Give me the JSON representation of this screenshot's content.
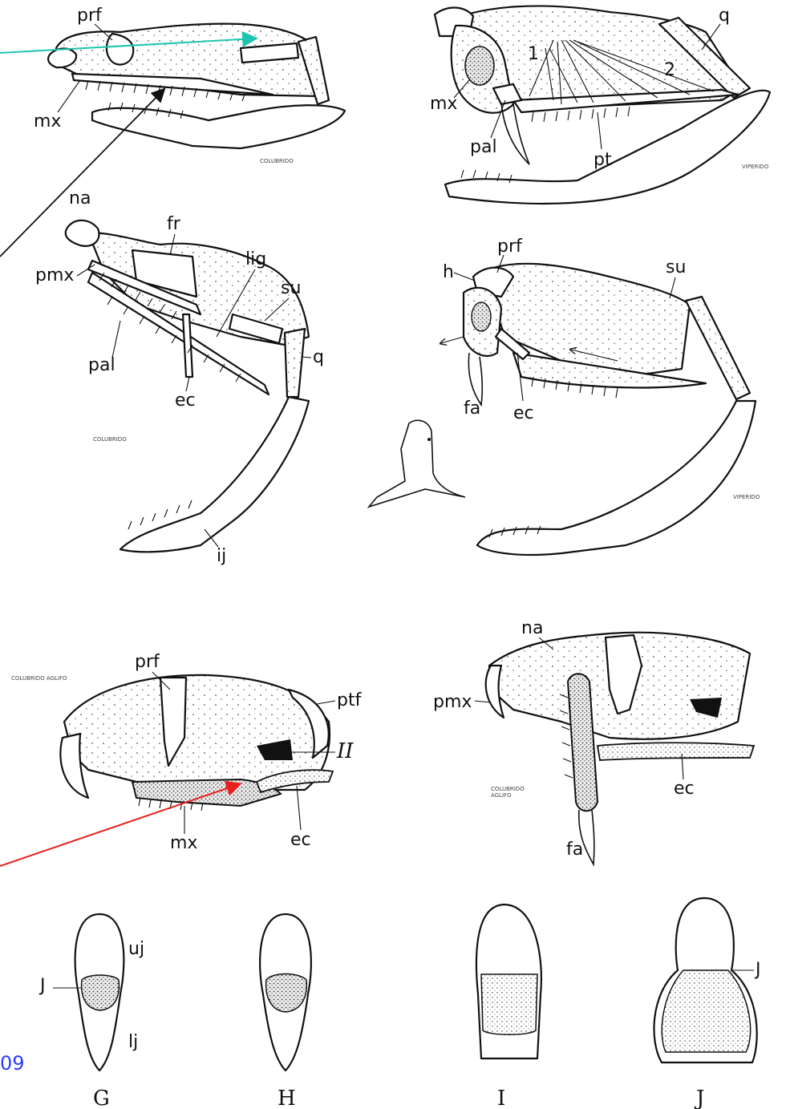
{
  "panels": {
    "colubrid_top": {
      "caption": "COLUBRIDO",
      "labels": {
        "prf": "prf",
        "mx": "mx"
      }
    },
    "viperid_top": {
      "caption": "VIPERIDO",
      "labels": {
        "q": "q",
        "mx": "mx",
        "pal": "pal",
        "pt": "pt",
        "num1": "1",
        "num2": "2"
      }
    },
    "colubrid_open": {
      "caption": "COLUBRIDO",
      "labels": {
        "na": "na",
        "pmx": "pmx",
        "fr": "fr",
        "lig": "lig",
        "su": "su",
        "q": "q",
        "pal": "pal",
        "ec": "ec",
        "ij": "ij"
      }
    },
    "viperid_open": {
      "caption": "VIPERIDO",
      "labels": {
        "prf": "prf",
        "h": "h",
        "su": "su",
        "fa": "fa",
        "ec": "ec"
      }
    },
    "aglyph": {
      "caption": "COLUBRIDO AGLIFO",
      "labels": {
        "prf": "prf",
        "ptf": "ptf",
        "II": "II",
        "mx": "mx",
        "ec": "ec"
      }
    },
    "aglyph_fang": {
      "caption_l1": "COLUBRIDO",
      "caption_l2": "AGLIFO",
      "labels": {
        "na": "na",
        "pmx": "pmx",
        "ec": "ec",
        "fa": "fa"
      }
    },
    "sections": {
      "labels": {
        "uj": "uj",
        "J": "J",
        "lj": "lj",
        "J2": "J"
      },
      "letters": [
        "G",
        "H",
        "I",
        "J"
      ]
    }
  },
  "page_fragment": "09",
  "arrow_colors": {
    "teal": "#1fc4b0",
    "red": "#e8201d",
    "black": "#111111"
  }
}
